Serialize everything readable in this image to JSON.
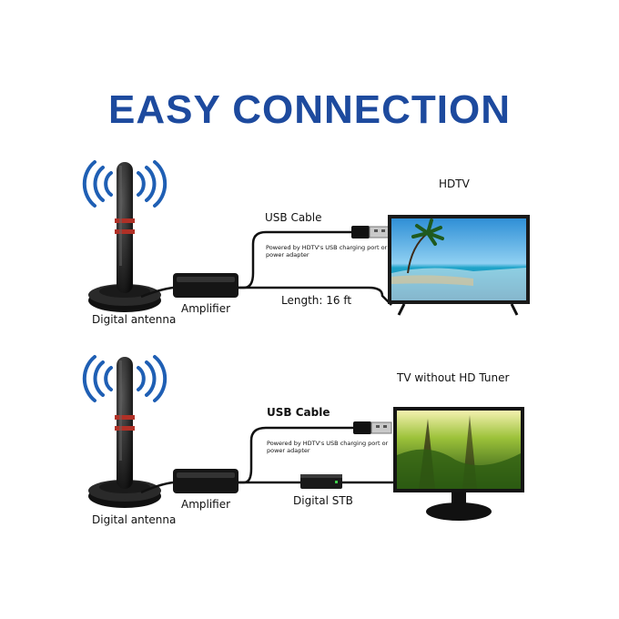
{
  "title": "EASY CONNECTION",
  "top_setup": {
    "antenna_label": "Digital antenna",
    "amplifier_label": "Amplifier",
    "cable_label": "USB Cable",
    "power_note": "Powered by HDTV's USB charging port or power adapter",
    "length_label": "Length: 16 ft",
    "tv_label": "HDTV"
  },
  "bottom_setup": {
    "antenna_label": "Digital antenna",
    "amplifier_label": "Amplifier",
    "cable_label": "USB Cable",
    "power_note": "Powered by HDTV's USB charging port or power adapter",
    "stb_label": "Digital STB",
    "tv_label": "TV without HD Tuner"
  },
  "colors": {
    "title": "#1d4a9e",
    "signal_waves": "#1f5fb4",
    "antenna_ring": "#c0392b"
  }
}
